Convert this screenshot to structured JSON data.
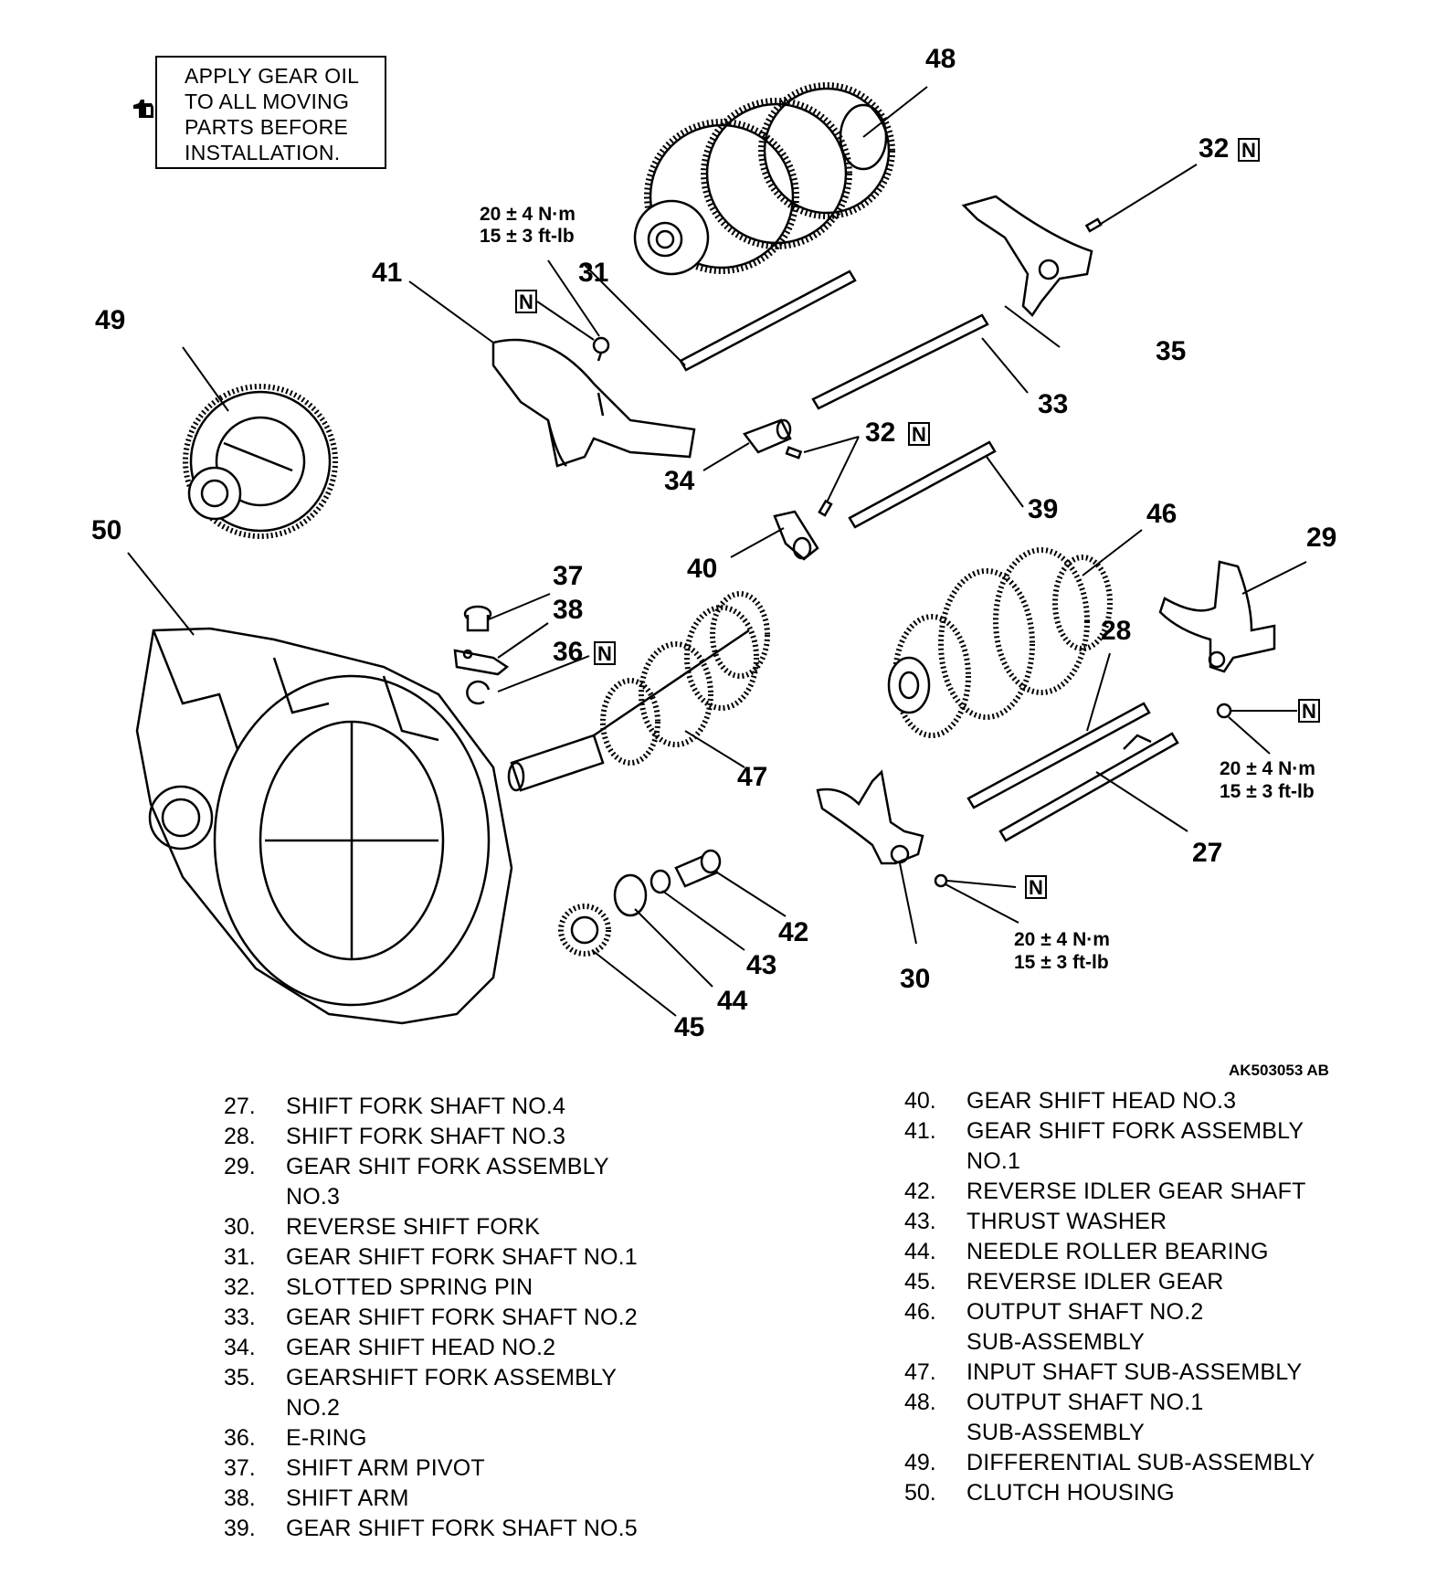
{
  "note": {
    "text": "APPLY GEAR OIL\nTO ALL MOVING\nPARTS BEFORE\nINSTALLATION.",
    "icon": "oil-can-icon"
  },
  "figure_code": "AK503053 AB",
  "callouts": {
    "c27": "27",
    "c28": "28",
    "c29": "29",
    "c30": "30",
    "c31": "31",
    "c32a": "32",
    "c32b": "32",
    "c33": "33",
    "c34": "34",
    "c35": "35",
    "c36": "36",
    "c37": "37",
    "c38": "38",
    "c39": "39",
    "c40": "40",
    "c41": "41",
    "c42": "42",
    "c43": "43",
    "c44": "44",
    "c45": "45",
    "c46": "46",
    "c47": "47",
    "c48": "48",
    "c49": "49",
    "c50": "50"
  },
  "new_part_mark": "N",
  "torque_specs": {
    "t1": {
      "nm": "20 ± 4 N·m",
      "ftlb": "15 ± 3 ft-lb"
    },
    "t2": {
      "nm": "20 ± 4 N·m",
      "ftlb": "15 ± 3 ft-lb"
    },
    "t3": {
      "nm": "20 ± 4 N·m",
      "ftlb": "15 ± 3 ft-lb"
    }
  },
  "legend_left": [
    {
      "num": "27.",
      "label": "SHIFT FORK SHAFT NO.4"
    },
    {
      "num": "28.",
      "label": "SHIFT FORK SHAFT NO.3"
    },
    {
      "num": "29.",
      "label": "GEAR SHIT FORK ASSEMBLY\nNO.3"
    },
    {
      "num": "30.",
      "label": "REVERSE SHIFT FORK"
    },
    {
      "num": "31.",
      "label": "GEAR SHIFT FORK SHAFT NO.1"
    },
    {
      "num": "32.",
      "label": "SLOTTED SPRING PIN"
    },
    {
      "num": "33.",
      "label": "GEAR SHIFT FORK SHAFT NO.2"
    },
    {
      "num": "34.",
      "label": "GEAR SHIFT HEAD NO.2"
    },
    {
      "num": "35.",
      "label": "GEARSHIFT FORK ASSEMBLY\nNO.2"
    },
    {
      "num": "36.",
      "label": "E-RING"
    },
    {
      "num": "37.",
      "label": "SHIFT ARM PIVOT"
    },
    {
      "num": "38.",
      "label": "SHIFT ARM"
    },
    {
      "num": "39.",
      "label": "GEAR SHIFT FORK SHAFT NO.5"
    }
  ],
  "legend_right": [
    {
      "num": "40.",
      "label": "GEAR SHIFT HEAD NO.3"
    },
    {
      "num": "41.",
      "label": "GEAR SHIFT FORK ASSEMBLY\nNO.1"
    },
    {
      "num": "42.",
      "label": "REVERSE IDLER GEAR SHAFT"
    },
    {
      "num": "43.",
      "label": "THRUST WASHER"
    },
    {
      "num": "44.",
      "label": "NEEDLE ROLLER BEARING"
    },
    {
      "num": "45.",
      "label": "REVERSE IDLER GEAR"
    },
    {
      "num": "46.",
      "label": "OUTPUT SHAFT NO.2\nSUB-ASSEMBLY"
    },
    {
      "num": "47.",
      "label": "INPUT SHAFT SUB-ASSEMBLY"
    },
    {
      "num": "48.",
      "label": "OUTPUT SHAFT NO.1\nSUB-ASSEMBLY"
    },
    {
      "num": "49.",
      "label": "DIFFERENTIAL SUB-ASSEMBLY"
    },
    {
      "num": "50.",
      "label": "CLUTCH HOUSING"
    }
  ]
}
